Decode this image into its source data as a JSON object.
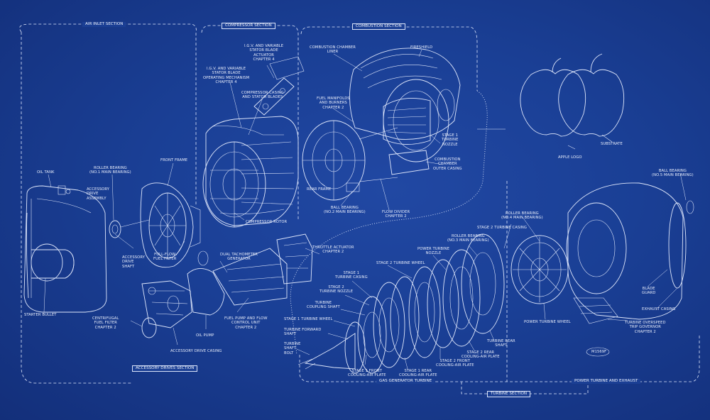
{
  "sections": {
    "air_inlet": "AIR INLET SECTION",
    "compressor": "COMPRESSOR SECTION",
    "combustion": "COMBUSTION SECTION",
    "accessory_drives": "ACCESSORY DRIVES SECTION",
    "gas_generator_turbine": "GAS GENERATOR TURBINE",
    "turbine": "TURBINE SECTION",
    "power_turbine_exhaust": "POWER TURBINE AND EXHAUST"
  },
  "labels": {
    "oil_tank": "OIL TANK",
    "starter_bullet": "STARTER BULLET",
    "roller_bearing_1": "ROLLER BEARING\n(No.1 MAIN BEARING)",
    "accessory_drive_assembly": "ACCESSORY\nDRIVE\nASSEMBLY",
    "front_frame": "FRONT FRAME",
    "accessory_drive_shaft": "ACCESSORY\nDRIVE\nSHAFT",
    "full_flow_fuel_filter": "FULL-FLOW\nFUEL FILTER",
    "igv_actuator": "I.G.V. AND VARIABLE\nSTATOR BLADE\nACTUATOR\nCHAPTER 4",
    "igv_mechanism": "I.G.V. AND VARIABLE\nSTATOR BLADE\nOPERATING MECHANISM\nCHAPTER 4",
    "compressor_casing": "COMPRESSOR CASING\nAND STATOR BLADES",
    "compressor_rotor": "COMPRESSOR ROTOR",
    "combustion_liner": "COMBUSTION CHAMBER\nLINER",
    "fireshield": "FIRESHIELD",
    "fuel_manifolds": "FUEL MANIFOLDS\nAND BURNERS\nCHAPTER 2",
    "stage1_nozzle": "STAGE 1\nTURBINE\nNOZZLE",
    "combustion_outer": "COMBUSTION\nCHAMBER\nOUTER CASING",
    "rear_frame": "REAR FRAME",
    "ball_bearing_2": "BALL BEARING\n(No.2 MAIN BEARING)",
    "flow_divider": "FLOW DIVIDER\nCHAPTER 2",
    "dual_tach": "DUAL TACHOMETER\nGENERATOR",
    "throttle_actuator": "THROTTLE ACTUATOR\nCHAPTER 2",
    "fuel_pump": "FUEL PUMP AND FLOW\nCONTROL UNIT\nCHAPTER 2",
    "oil_pump": "OIL PUMP",
    "accessory_drive_casing": "ACCESSORY DRIVE CASING",
    "centrifugal_filter": "CENTRIFUGAL\nFUEL FILTER\nCHAPTER 2",
    "apple_logo": "APPLE LOGO",
    "substrate": "SUBSTRATE",
    "stage2_casing": "STAGE 2 TURBINE CASING",
    "roller_bearing_3": "ROLLER BEARING\n(No.3 MAIN BEARING)",
    "power_turbine_nozzle": "POWER TURBINE\nNOZZLE",
    "stage2_wheel": "STAGE 2 TURBINE WHEEL",
    "stage1_casing": "STAGE 1\nTURBINE CASING",
    "stage2_nozzle": "STAGE 2\nTURBINE NOZZLE",
    "coupling_shaft": "TURBINE\nCOUPLING SHAFT",
    "stage1_wheel": "STAGE 1 TURBINE WHEEL",
    "forward_shaft": "TURBINE FORWARD\nSHAFT",
    "shaft_bolt": "TURBINE\nSHAFT\nBOLT",
    "stage1_front_plate": "STAGE 1 FRONT\nCOOLING-AIR PLATE",
    "stage1_rear_plate": "STAGE 1 REAR\nCOOLING-AIR PLATE",
    "stage2_front_plate": "STAGE 2 FRONT\nCOOLING-AIR PLATE",
    "stage2_rear_plate": "STAGE 2 REAR\nCOOLING-AIR PLATE",
    "turbine_rear_shaft": "TURBINE REAR\nSHAFT",
    "roller_bearing_4": "ROLLER BEARING\n(No.4 MAIN BEARING)",
    "ball_bearing_5": "BALL BEARING\n(No.5 MAIN BEARING)",
    "power_turbine_wheel": "POWER TURBINE WHEEL",
    "blade_guard": "BLADE\nGUARD",
    "exhaust_casing": "EXHAUST CASING",
    "overspeed_governor": "TURBINE OVERSPEED\nTRIP GOVERNOR\nCHAPTER 2",
    "drawing_number": "M1569F"
  }
}
